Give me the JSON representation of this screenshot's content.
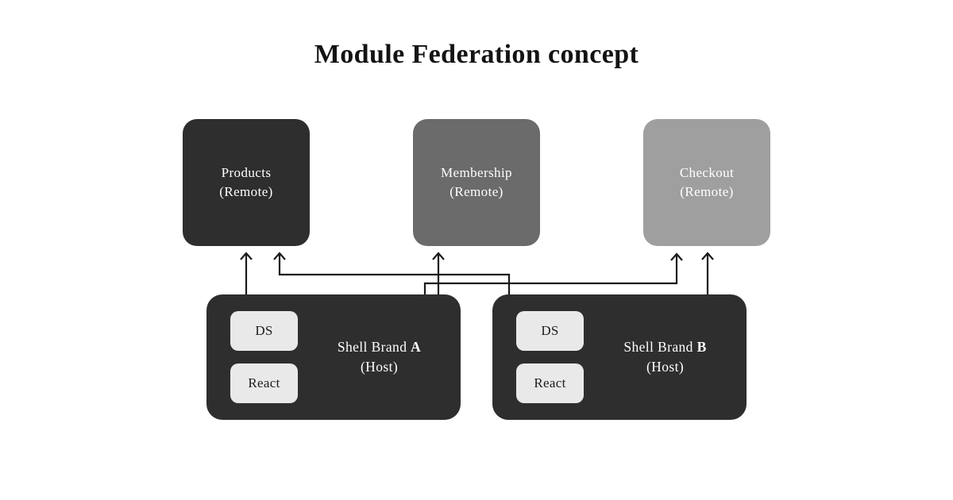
{
  "title": "Module Federation concept",
  "colors": {
    "background": "#ffffff",
    "remote_products": "#2e2e2e",
    "remote_membership": "#6b6b6b",
    "remote_checkout": "#9f9f9f",
    "host_box": "#2e2e2e",
    "chip": "#e9e9e9",
    "box_text": "#ffffff",
    "chip_text": "#1d1d1d",
    "arrow": "#1a1a1a",
    "title_text": "#131313"
  },
  "remotes": [
    {
      "id": "products",
      "name": "Products",
      "type_label": "(Remote)"
    },
    {
      "id": "membership",
      "name": "Membership",
      "type_label": "(Remote)"
    },
    {
      "id": "checkout",
      "name": "Checkout",
      "type_label": "(Remote)"
    }
  ],
  "hosts": [
    {
      "id": "shell-a",
      "name_prefix": "Shell Brand ",
      "brand_letter": "A",
      "type_label": "(Host)",
      "chips": [
        "DS",
        "React"
      ]
    },
    {
      "id": "shell-b",
      "name_prefix": "Shell Brand ",
      "brand_letter": "B",
      "type_label": "(Host)",
      "chips": [
        "DS",
        "React"
      ]
    }
  ],
  "connections": [
    {
      "from": "shell-a",
      "to": "products"
    },
    {
      "from": "shell-b",
      "to": "products"
    },
    {
      "from": "shell-a",
      "to": "membership"
    },
    {
      "from": "shell-a",
      "to": "checkout"
    },
    {
      "from": "shell-b",
      "to": "checkout"
    }
  ]
}
